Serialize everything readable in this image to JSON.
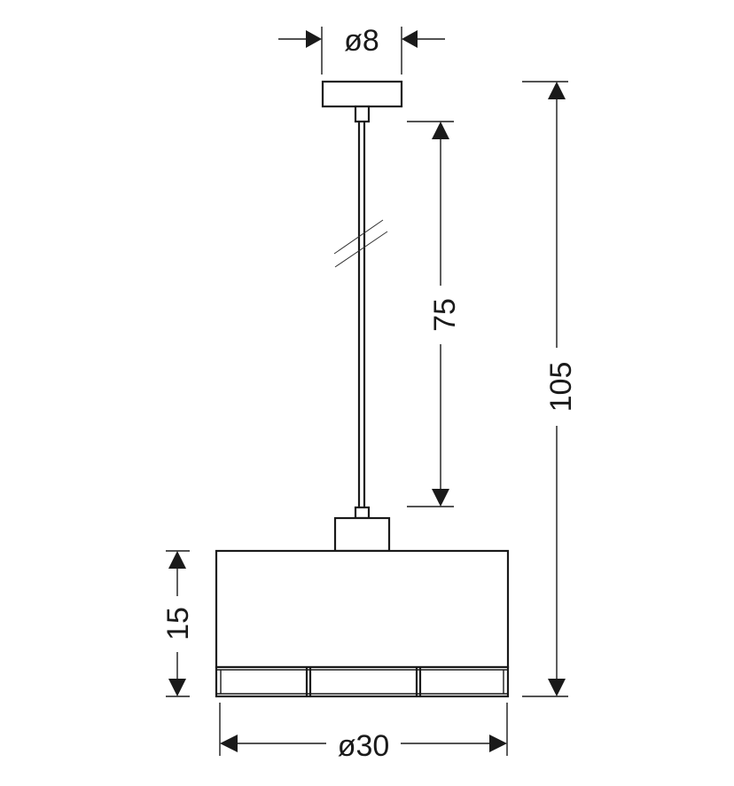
{
  "title": "Pendant lamp dimension drawing",
  "dimensions": {
    "canopy_diameter": "ø8",
    "cord_length": "75",
    "total_height": "105",
    "shade_height": "15",
    "shade_diameter": "ø30"
  },
  "colors": {
    "line": "#1a1a1a",
    "background": "#ffffff"
  }
}
